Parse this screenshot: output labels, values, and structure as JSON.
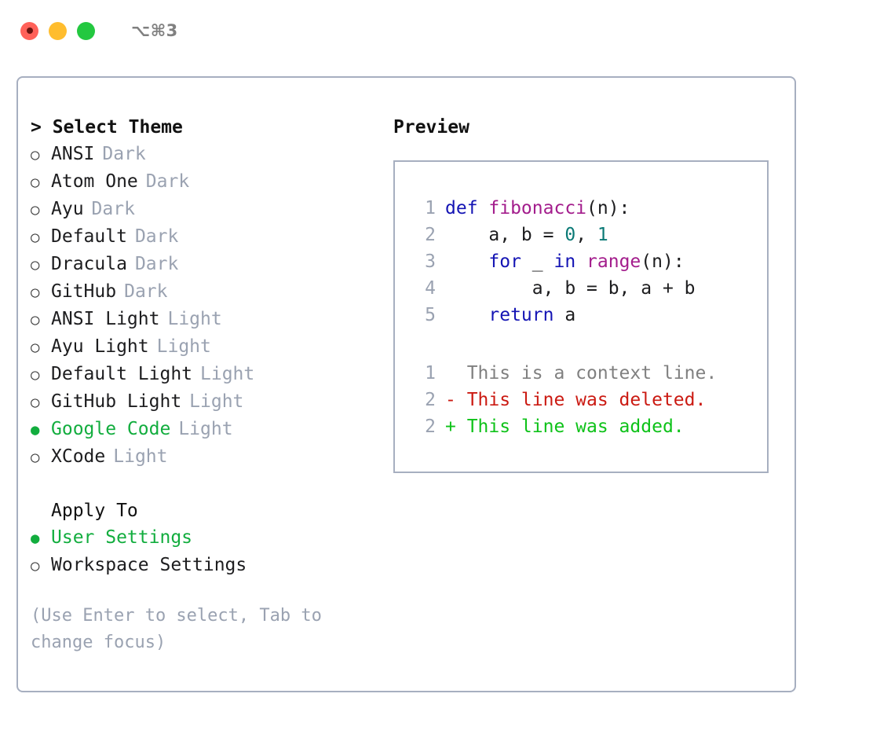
{
  "window": {
    "shortcut_label": "⌥⌘3",
    "traffic_lights": [
      "close",
      "minimize",
      "maximize"
    ]
  },
  "theme_picker": {
    "header": "> Select Theme",
    "selected_theme": "Google Code",
    "markers": {
      "on": "●",
      "off": "○"
    },
    "items": [
      {
        "marker": "○",
        "label": "ANSI",
        "tag": "Dark",
        "selected": false
      },
      {
        "marker": "○",
        "label": "Atom One",
        "tag": "Dark",
        "selected": false
      },
      {
        "marker": "○",
        "label": "Ayu",
        "tag": "Dark",
        "selected": false
      },
      {
        "marker": "○",
        "label": "Default",
        "tag": "Dark",
        "selected": false
      },
      {
        "marker": "○",
        "label": "Dracula",
        "tag": "Dark",
        "selected": false
      },
      {
        "marker": "○",
        "label": "GitHub",
        "tag": "Dark",
        "selected": false
      },
      {
        "marker": "○",
        "label": "ANSI Light",
        "tag": "Light",
        "selected": false
      },
      {
        "marker": "○",
        "label": "Ayu Light",
        "tag": "Light",
        "selected": false
      },
      {
        "marker": "○",
        "label": "Default Light",
        "tag": "Light",
        "selected": false
      },
      {
        "marker": "○",
        "label": "GitHub Light",
        "tag": "Light",
        "selected": false
      },
      {
        "marker": "●",
        "label": "Google Code",
        "tag": "Light",
        "selected": true
      },
      {
        "marker": "○",
        "label": "XCode",
        "tag": "Light",
        "selected": false
      }
    ]
  },
  "apply_to": {
    "header": "Apply To",
    "selected": "User Settings",
    "items": [
      {
        "marker": "●",
        "label": "User Settings",
        "selected": true
      },
      {
        "marker": "○",
        "label": "Workspace Settings",
        "selected": false
      }
    ]
  },
  "hint": "(Use Enter to select, Tab to change focus)",
  "preview": {
    "header": "Preview",
    "code_lines": [
      {
        "number": "1",
        "tokens": [
          {
            "text": "def ",
            "kind": "kw"
          },
          {
            "text": "fibonacci",
            "kind": "fn"
          },
          {
            "text": "(n):",
            "kind": "txt"
          }
        ]
      },
      {
        "number": "2",
        "tokens": [
          {
            "text": "    a, b = ",
            "kind": "txt"
          },
          {
            "text": "0",
            "kind": "num"
          },
          {
            "text": ", ",
            "kind": "txt"
          },
          {
            "text": "1",
            "kind": "num"
          }
        ]
      },
      {
        "number": "3",
        "tokens": [
          {
            "text": "    ",
            "kind": "txt"
          },
          {
            "text": "for",
            "kind": "kw"
          },
          {
            "text": " _ ",
            "kind": "txt"
          },
          {
            "text": "in",
            "kind": "kw"
          },
          {
            "text": " ",
            "kind": "txt"
          },
          {
            "text": "range",
            "kind": "fn"
          },
          {
            "text": "(n):",
            "kind": "txt"
          }
        ]
      },
      {
        "number": "4",
        "tokens": [
          {
            "text": "        a, b = b, a + b",
            "kind": "txt"
          }
        ]
      },
      {
        "number": "5",
        "tokens": [
          {
            "text": "    ",
            "kind": "txt"
          },
          {
            "text": "return",
            "kind": "kw"
          },
          {
            "text": " a",
            "kind": "txt"
          }
        ]
      }
    ],
    "diff_lines": [
      {
        "number": "1",
        "sign": " ",
        "text": "  This is a context line.",
        "kind": "ctx"
      },
      {
        "number": "2",
        "sign": "-",
        "text": "- This line was deleted.",
        "kind": "del"
      },
      {
        "number": "2",
        "sign": "+",
        "text": "+ This line was added.",
        "kind": "add"
      }
    ]
  },
  "colors": {
    "accent_green": "#12ad3e",
    "muted": "#9aa2b1",
    "border": "#a7afc0",
    "keyword": "#1414b4",
    "function": "#a31d8c",
    "number": "#0b7a76",
    "diff_deleted": "#cb1a12",
    "diff_added": "#0ec219",
    "traffic_close": "#ff6159",
    "traffic_min": "#ffbd2e",
    "traffic_max": "#23c840"
  }
}
